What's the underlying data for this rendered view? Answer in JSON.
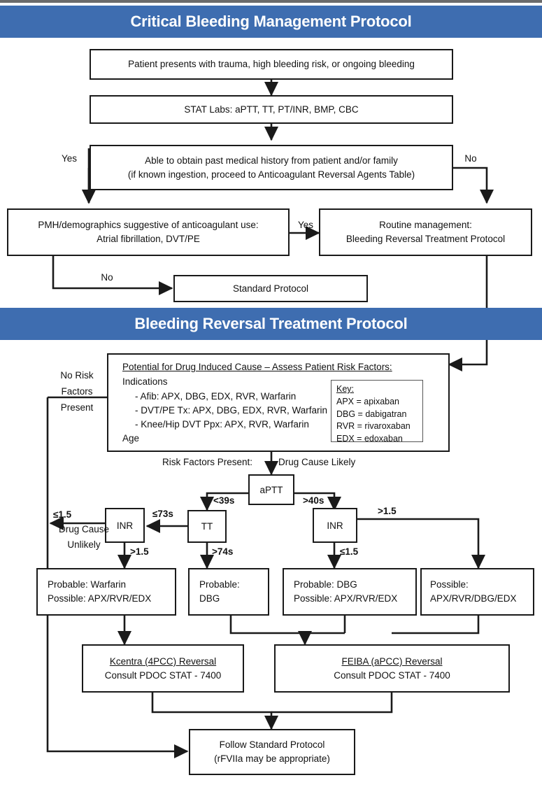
{
  "banners": {
    "top": "Critical Bleeding Management Protocol",
    "middle": "Bleeding Reversal Treatment Protocol"
  },
  "colors": {
    "banner_blue": "#3E6DB0",
    "line": "#1a1a1a",
    "text": "#111111"
  },
  "section1": {
    "presentation_box": "Patient presents with trauma, high bleeding risk, or ongoing bleeding",
    "labs_box": "STAT Labs: aPTT, TT, PT/INR, BMP, CBC",
    "history_box_line1": "Able to obtain past medical history from patient and/or family",
    "history_box_line2": "(if known ingestion, proceed to Anticoagulant Reversal Agents Table)",
    "history_yes": "Yes",
    "history_no": "No",
    "pmh_box_line1": "PMH/demographics suggestive of anticoagulant use:",
    "pmh_box_line2": "Atrial fibrillation, DVT/PE",
    "pmh_yes": "Yes",
    "pmh_no": "No",
    "routine_box_line1": "Routine management:",
    "routine_box_line2": "Bleeding Reversal Treatment Protocol",
    "standard_protocol_box": "Standard Protocol"
  },
  "section2": {
    "risk_header": "Potential for Drug Induced Cause – Assess Patient Risk Factors:",
    "indications_label": "Indications",
    "indications": [
      "- Afib: APX, DBG, EDX, RVR, Warfarin",
      "- DVT/PE Tx: APX, DBG, EDX, RVR, Warfarin",
      "- Knee/Hip DVT Ppx: APX, RVR, Warfarin"
    ],
    "age_label": "Age",
    "key": {
      "title": "Key:",
      "entries": [
        "APX = apixaban",
        "DBG = dabigatran",
        "RVR = rivaroxaban",
        "EDX = edoxaban"
      ]
    },
    "no_risk_label_l1": "No Risk",
    "no_risk_label_l2": "Factors",
    "no_risk_label_l3": "Present",
    "risk_present_label_left": "Risk Factors Present:",
    "risk_present_label_right": "Drug Cause Likely",
    "nodes": {
      "aptt": "aPTT",
      "tt": "TT",
      "inr_left": "INR",
      "inr_right": "INR"
    },
    "edges": {
      "aptt_low": "<39s",
      "aptt_high": ">40s",
      "tt_low": "≤73s",
      "tt_high": ">74s",
      "inr_left_low": "≤1.5",
      "inr_left_high": ">1.5",
      "inr_right_low": "≤1.5",
      "inr_right_high": ">1.5",
      "drug_cause_unlikely_l1": "Drug Cause",
      "drug_cause_unlikely_l2": "Unlikely"
    },
    "outcomes": [
      {
        "line1": "Probable: Warfarin",
        "line2": "Possible: APX/RVR/EDX"
      },
      {
        "line1": "Probable:",
        "line2": "DBG"
      },
      {
        "line1": "Probable: DBG",
        "line2": "Possible: APX/RVR/EDX"
      },
      {
        "line1": "Possible:",
        "line2": "APX/RVR/DBG/EDX"
      }
    ],
    "reversals": [
      {
        "title": "Kcentra (4PCC) Reversal",
        "detail": "Consult PDOC STAT - 7400"
      },
      {
        "title": "FEIBA (aPCC) Reversal",
        "detail": "Consult PDOC STAT - 7400"
      }
    ],
    "final_box_line1": "Follow Standard Protocol",
    "final_box_line2": "(rFVIIa may be appropriate)"
  }
}
